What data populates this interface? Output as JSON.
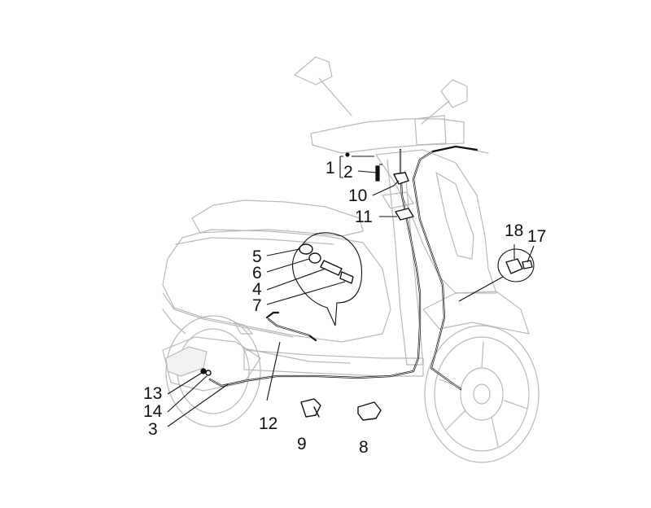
{
  "callouts": [
    {
      "id": "1",
      "label": "1"
    },
    {
      "id": "2",
      "label": "2"
    },
    {
      "id": "3",
      "label": "3"
    },
    {
      "id": "4",
      "label": "4"
    },
    {
      "id": "5",
      "label": "5"
    },
    {
      "id": "6",
      "label": "6"
    },
    {
      "id": "7",
      "label": "7"
    },
    {
      "id": "8",
      "label": "8"
    },
    {
      "id": "9",
      "label": "9"
    },
    {
      "id": "10",
      "label": "10"
    },
    {
      "id": "11",
      "label": "11"
    },
    {
      "id": "12",
      "label": "12"
    },
    {
      "id": "13",
      "label": "13"
    },
    {
      "id": "14",
      "label": "14"
    },
    {
      "id": "17",
      "label": "17"
    },
    {
      "id": "18",
      "label": "18"
    }
  ],
  "colors": {
    "ghost_outline": "#b9b9b9",
    "part_outline": "#111111",
    "background": "#ffffff"
  }
}
